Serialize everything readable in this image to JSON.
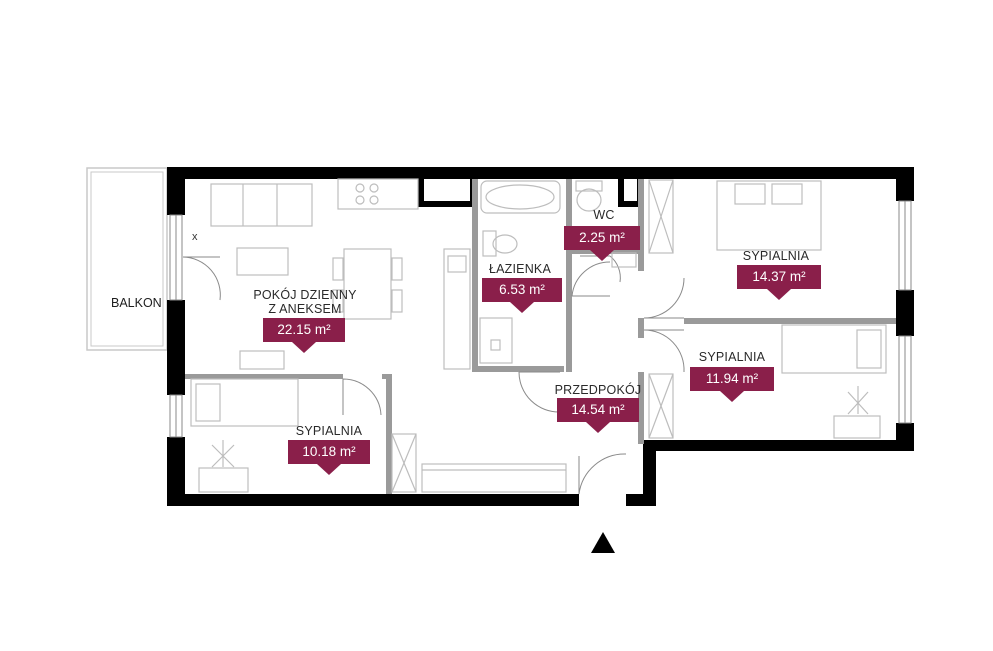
{
  "balcony_label": "BALKON",
  "rooms": [
    {
      "id": "living",
      "name_line1": "POKÓJ DZIENNY",
      "name_line2": "Z ANEKSEM",
      "area": "22.15 m²"
    },
    {
      "id": "bathroom",
      "name_line1": "ŁAZIENKA",
      "area": "6.53 m²"
    },
    {
      "id": "wc",
      "name_line1": "WC",
      "area": "2.25 m²"
    },
    {
      "id": "bedroom_ne",
      "name_line1": "SYPIALNIA",
      "area": "14.37 m²"
    },
    {
      "id": "bedroom_e",
      "name_line1": "SYPIALNIA",
      "area": "11.94 m²"
    },
    {
      "id": "hall",
      "name_line1": "PRZEDPOKÓJ",
      "area": "14.54 m²"
    },
    {
      "id": "bedroom_sw",
      "name_line1": "SYPIALNIA",
      "area": "10.18 m²"
    }
  ],
  "accent_color": "#8a1f4a",
  "wall_color": "#000000",
  "fixture_color": "#b8b8b8",
  "entrance_marker": "entrance-arrow-icon"
}
